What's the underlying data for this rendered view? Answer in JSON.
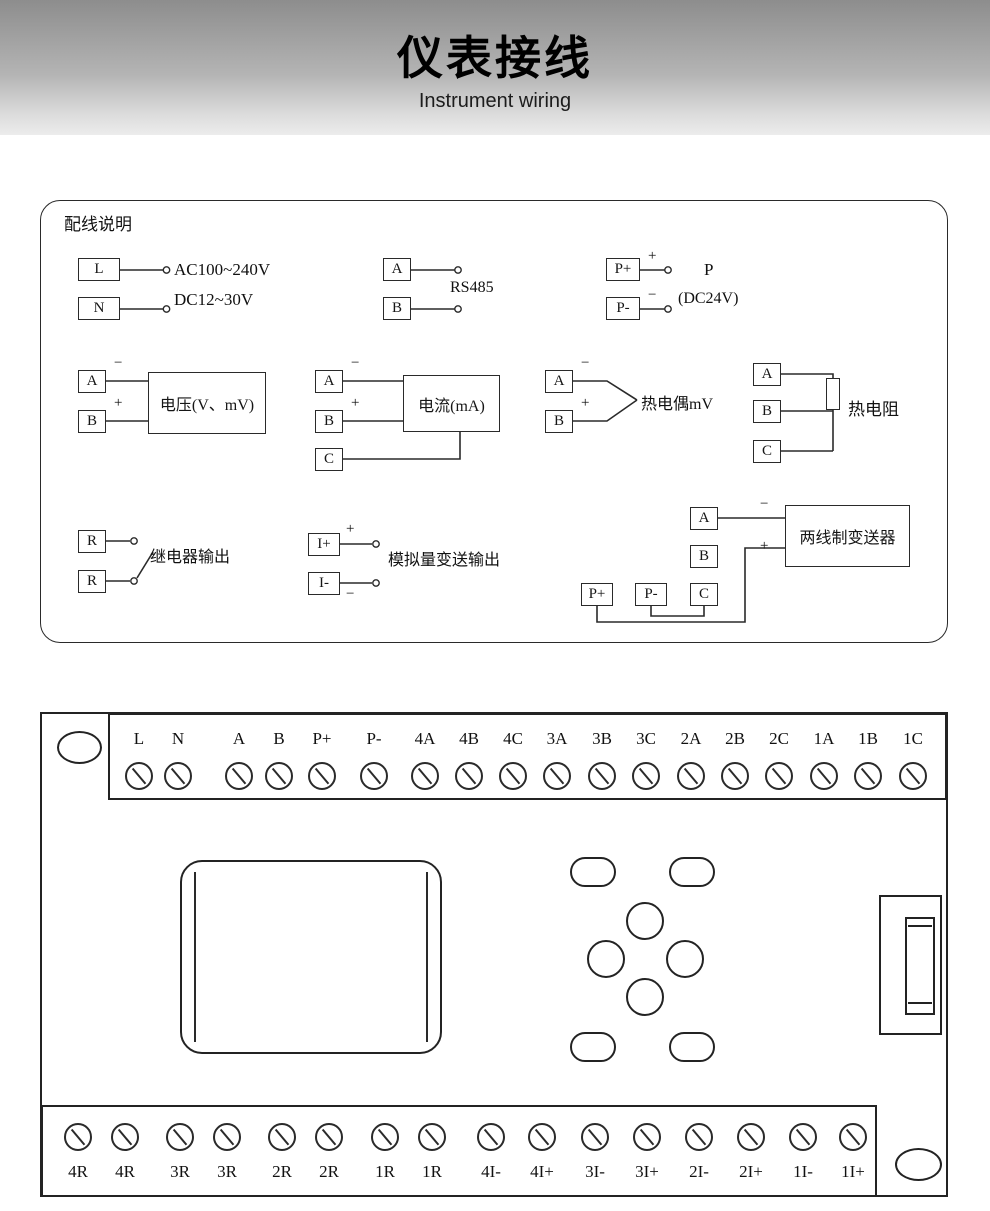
{
  "header": {
    "title": "仪表接线",
    "subtitle": "Instrument wiring"
  },
  "sym": {
    "plus": "+",
    "minus": "−"
  },
  "wiring": {
    "title": "配线说明",
    "power_ac": {
      "t1": "L",
      "t2": "N",
      "line1": "AC100~240V",
      "line2": "DC12~30V"
    },
    "rs485": {
      "t1": "A",
      "t2": "B",
      "label": "RS485"
    },
    "power_out": {
      "t1": "P+",
      "t2": "P-",
      "name": "P",
      "spec": "(DC24V)"
    },
    "voltage": {
      "t1": "A",
      "t2": "B",
      "label": "电压(V、mV)"
    },
    "current": {
      "t1": "A",
      "t2": "B",
      "t3": "C",
      "label": "电流(mA)"
    },
    "thermocouple": {
      "t1": "A",
      "t2": "B",
      "label": "热电偶mV"
    },
    "rtd": {
      "t1": "A",
      "t2": "B",
      "t3": "C",
      "label": "热电阻"
    },
    "relay": {
      "t1": "R",
      "t2": "R",
      "label": "继电器输出"
    },
    "analog_out": {
      "t1": "I+",
      "t2": "I-",
      "label": "模拟量变送输出"
    },
    "transmitter": {
      "tA": "A",
      "tB": "B",
      "tC": "C",
      "tP1": "P+",
      "tP2": "P-",
      "label": "两线制变送器"
    }
  },
  "panel": {
    "top_terminals": [
      "L",
      "N",
      "A",
      "B",
      "P+",
      "P-",
      "4A",
      "4B",
      "4C",
      "3A",
      "3B",
      "3C",
      "2A",
      "2B",
      "2C",
      "1A",
      "1B",
      "1C"
    ],
    "bottom_terminals": [
      "4R",
      "4R",
      "3R",
      "3R",
      "2R",
      "2R",
      "1R",
      "1R",
      "4I-",
      "4I+",
      "3I-",
      "3I+",
      "2I-",
      "2I+",
      "1I-",
      "1I+"
    ]
  }
}
